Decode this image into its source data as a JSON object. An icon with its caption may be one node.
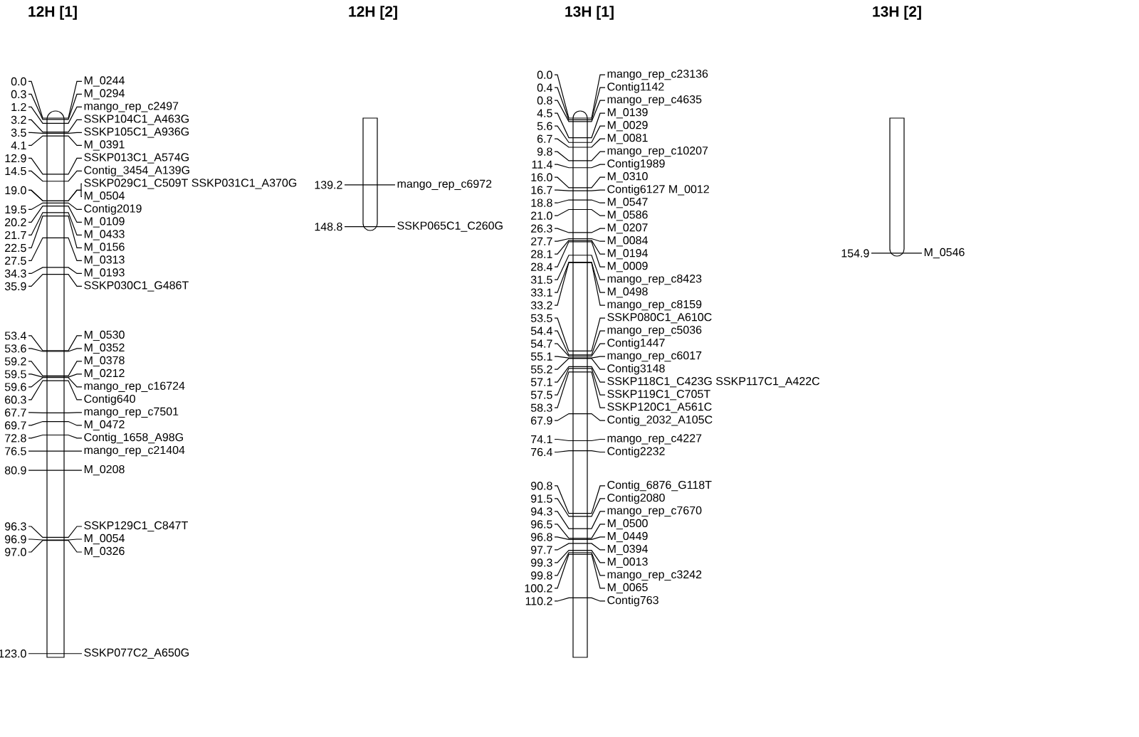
{
  "diagram": {
    "nodes": [
      {
        "text": [
          "12H [1]"
        ]
      },
      {
        "text": [
          "0.0"
        ]
      },
      {
        "text": [
          "M_0244"
        ]
      },
      {
        "text": [
          "0.3"
        ]
      },
      {
        "text": [
          "M_0294"
        ]
      },
      {
        "text": [
          "1.2"
        ]
      },
      {
        "text": [
          "mango_rep_c2497"
        ]
      },
      {
        "text": [
          "3.2"
        ]
      },
      {
        "text": [
          "SSKP104C1_A463G"
        ]
      },
      {
        "text": [
          "3.5"
        ]
      },
      {
        "text": [
          "SSKP105C1_A936G"
        ]
      },
      {
        "text": [
          "4.1"
        ]
      },
      {
        "text": [
          "M_0391"
        ]
      },
      {
        "text": [
          "12.9"
        ]
      },
      {
        "text": [
          "SSKP013C1_A574G"
        ]
      },
      {
        "text": [
          "14.5"
        ]
      },
      {
        "text": [
          "Contig_3454_A139G"
        ]
      },
      {
        "text": [
          "19.0"
        ]
      },
      {
        "text": [
          "SSKP029C1_C509T SSKP031C1_A370G"
        ]
      },
      {
        "text": [
          "M_0504"
        ]
      },
      {
        "text": [
          "19.5"
        ]
      },
      {
        "text": [
          "Contig2019"
        ]
      },
      {
        "text": [
          "20.2"
        ]
      },
      {
        "text": [
          "M_0109"
        ]
      },
      {
        "text": [
          "21.7"
        ]
      },
      {
        "text": [
          "M_0433"
        ]
      },
      {
        "text": [
          "22.5"
        ]
      },
      {
        "text": [
          "M_0156"
        ]
      },
      {
        "text": [
          "27.5"
        ]
      },
      {
        "text": [
          "M_0313"
        ]
      },
      {
        "text": [
          "34.3"
        ]
      },
      {
        "text": [
          "M_0193"
        ]
      },
      {
        "text": [
          "35.9"
        ]
      },
      {
        "text": [
          "SSKP030C1_G486T"
        ]
      },
      {
        "text": [
          "53.4"
        ]
      },
      {
        "text": [
          "M_0530"
        ]
      },
      {
        "text": [
          "53.6"
        ]
      },
      {
        "text": [
          "M_0352"
        ]
      },
      {
        "text": [
          "59.2"
        ]
      },
      {
        "text": [
          "M_0378"
        ]
      },
      {
        "text": [
          "59.5"
        ]
      },
      {
        "text": [
          "M_0212"
        ]
      },
      {
        "text": [
          "59.6"
        ]
      },
      {
        "text": [
          "mango_rep_c16724"
        ]
      },
      {
        "text": [
          "60.3"
        ]
      },
      {
        "text": [
          "Contig640"
        ]
      },
      {
        "text": [
          "67.7"
        ]
      },
      {
        "text": [
          "mango_rep_c7501"
        ]
      },
      {
        "text": [
          "69.7"
        ]
      },
      {
        "text": [
          "M_0472"
        ]
      },
      {
        "text": [
          "72.8"
        ]
      },
      {
        "text": [
          "Contig_1658_A98G"
        ]
      },
      {
        "text": [
          "76.5"
        ]
      },
      {
        "text": [
          "mango_rep_c21404"
        ]
      },
      {
        "text": [
          "80.9"
        ]
      },
      {
        "text": [
          "M_0208"
        ]
      },
      {
        "text": [
          "96.3"
        ]
      },
      {
        "text": [
          "SSKP129C1_C847T"
        ]
      },
      {
        "text": [
          "96.9"
        ]
      },
      {
        "text": [
          "M_0054"
        ]
      },
      {
        "text": [
          "97.0"
        ]
      },
      {
        "text": [
          "M_0326"
        ]
      },
      {
        "text": [
          "123.0"
        ]
      },
      {
        "text": [
          "SSKP077C2_A650G"
        ]
      },
      {
        "text": [
          "12H [2]"
        ]
      },
      {
        "text": [
          "139.2"
        ]
      },
      {
        "text": [
          "mango_rep_c6972"
        ]
      },
      {
        "text": [
          "148.8"
        ]
      },
      {
        "text": [
          "SSKP065C1_C260G"
        ]
      },
      {
        "text": [
          "13H [1]"
        ]
      },
      {
        "text": [
          "0.0"
        ]
      },
      {
        "text": [
          "mango_rep_c23136"
        ]
      },
      {
        "text": [
          "0.4"
        ]
      },
      {
        "text": [
          "Contig1142"
        ]
      },
      {
        "text": [
          "0.8"
        ]
      },
      {
        "text": [
          "mango_rep_c4635"
        ]
      },
      {
        "text": [
          "4.5"
        ]
      },
      {
        "text": [
          "M_0139"
        ]
      },
      {
        "text": [
          "5.6"
        ]
      },
      {
        "text": [
          "M_0029"
        ]
      },
      {
        "text": [
          "6.7"
        ]
      },
      {
        "text": [
          "M_0081"
        ]
      },
      {
        "text": [
          "9.8"
        ]
      },
      {
        "text": [
          "mango_rep_c10207"
        ]
      },
      {
        "text": [
          "11.4"
        ]
      },
      {
        "text": [
          "Contig1989"
        ]
      },
      {
        "text": [
          "16.0"
        ]
      },
      {
        "text": [
          "M_0310"
        ]
      },
      {
        "text": [
          "16.7"
        ]
      },
      {
        "text": [
          "Contig6127 M_0012"
        ]
      },
      {
        "text": [
          "18.8"
        ]
      },
      {
        "text": [
          "M_0547"
        ]
      },
      {
        "text": [
          "21.0"
        ]
      },
      {
        "text": [
          "M_0586"
        ]
      },
      {
        "text": [
          "26.3"
        ]
      },
      {
        "text": [
          "M_0207"
        ]
      },
      {
        "text": [
          "27.7"
        ]
      },
      {
        "text": [
          "M_0084"
        ]
      },
      {
        "text": [
          "28.1"
        ]
      },
      {
        "text": [
          "M_0194"
        ]
      },
      {
        "text": [
          "28.4"
        ]
      },
      {
        "text": [
          "M_0009"
        ]
      },
      {
        "text": [
          "31.5"
        ]
      },
      {
        "text": [
          "mango_rep_c8423"
        ]
      },
      {
        "text": [
          "33.1"
        ]
      },
      {
        "text": [
          "M_0498"
        ]
      },
      {
        "text": [
          "33.2"
        ]
      },
      {
        "text": [
          "mango_rep_c8159"
        ]
      },
      {
        "text": [
          "53.5"
        ]
      },
      {
        "text": [
          "SSKP080C1_A610C"
        ]
      },
      {
        "text": [
          "54.4"
        ]
      },
      {
        "text": [
          "mango_rep_c5036"
        ]
      },
      {
        "text": [
          "54.7"
        ]
      },
      {
        "text": [
          "Contig1447"
        ]
      },
      {
        "text": [
          "55.1"
        ]
      },
      {
        "text": [
          "mango_rep_c6017"
        ]
      },
      {
        "text": [
          "55.2"
        ]
      },
      {
        "text": [
          "Contig3148"
        ]
      },
      {
        "text": [
          "57.1"
        ]
      },
      {
        "text": [
          "SSKP118C1_C423G SSKP117C1_A422C"
        ]
      },
      {
        "text": [
          "57.5"
        ]
      },
      {
        "text": [
          "SSKP119C1_C705T"
        ]
      },
      {
        "text": [
          "58.3"
        ]
      },
      {
        "text": [
          "SSKP120C1_A561C"
        ]
      },
      {
        "text": [
          "67.9"
        ]
      },
      {
        "text": [
          "Contig_2032_A105C"
        ]
      },
      {
        "text": [
          "74.1"
        ]
      },
      {
        "text": [
          "mango_rep_c4227"
        ]
      },
      {
        "text": [
          "76.4"
        ]
      },
      {
        "text": [
          "Contig2232"
        ]
      },
      {
        "text": [
          "90.8"
        ]
      },
      {
        "text": [
          "Contig_6876_G118T"
        ]
      },
      {
        "text": [
          "91.5"
        ]
      },
      {
        "text": [
          "Contig2080"
        ]
      },
      {
        "text": [
          "94.3"
        ]
      },
      {
        "text": [
          "mango_rep_c7670"
        ]
      },
      {
        "text": [
          "96.5"
        ]
      },
      {
        "text": [
          "M_0500"
        ]
      },
      {
        "text": [
          "96.8"
        ]
      },
      {
        "text": [
          "M_0449"
        ]
      },
      {
        "text": [
          "97.7"
        ]
      },
      {
        "text": [
          "M_0394"
        ]
      },
      {
        "text": [
          "99.3"
        ]
      },
      {
        "text": [
          "M_0013"
        ]
      },
      {
        "text": [
          "99.8"
        ]
      },
      {
        "text": [
          "mango_rep_c3242"
        ]
      },
      {
        "text": [
          "100.2"
        ]
      },
      {
        "text": [
          "M_0065"
        ]
      },
      {
        "text": [
          "110.2"
        ]
      },
      {
        "text": [
          "Contig763"
        ]
      },
      {
        "text": [
          "13H [2]"
        ]
      },
      {
        "text": [
          "154.9"
        ]
      },
      {
        "text": [
          "M_0546"
        ]
      }
    ],
    "edges": [
      {
        "from": 1,
        "to": 2,
        "arrow": "none"
      },
      {
        "from": 3,
        "to": 4,
        "arrow": "none"
      },
      {
        "from": 5,
        "to": 6,
        "arrow": "none"
      },
      {
        "from": 7,
        "to": 8,
        "arrow": "none"
      },
      {
        "from": 9,
        "to": 10,
        "arrow": "none"
      },
      {
        "from": 11,
        "to": 12,
        "arrow": "none"
      },
      {
        "from": 13,
        "to": 14,
        "arrow": "none"
      },
      {
        "from": 15,
        "to": 16,
        "arrow": "none"
      },
      {
        "from": 17,
        "to": 18,
        "arrow": "none"
      },
      {
        "from": 17,
        "to": 19,
        "arrow": "none"
      },
      {
        "from": 20,
        "to": 21,
        "arrow": "none"
      },
      {
        "from": 22,
        "to": 23,
        "arrow": "none"
      },
      {
        "from": 24,
        "to": 25,
        "arrow": "none"
      },
      {
        "from": 26,
        "to": 27,
        "arrow": "none"
      },
      {
        "from": 28,
        "to": 29,
        "arrow": "none"
      },
      {
        "from": 30,
        "to": 31,
        "arrow": "none"
      },
      {
        "from": 32,
        "to": 33,
        "arrow": "none"
      },
      {
        "from": 34,
        "to": 35,
        "arrow": "none"
      },
      {
        "from": 36,
        "to": 37,
        "arrow": "none"
      },
      {
        "from": 38,
        "to": 39,
        "arrow": "none"
      },
      {
        "from": 40,
        "to": 41,
        "arrow": "none"
      },
      {
        "from": 42,
        "to": 43,
        "arrow": "none"
      },
      {
        "from": 44,
        "to": 45,
        "arrow": "none"
      },
      {
        "from": 46,
        "to": 47,
        "arrow": "none"
      },
      {
        "from": 48,
        "to": 49,
        "arrow": "none"
      },
      {
        "from": 50,
        "to": 51,
        "arrow": "none"
      },
      {
        "from": 52,
        "to": 53,
        "arrow": "none"
      },
      {
        "from": 54,
        "to": 55,
        "arrow": "none"
      },
      {
        "from": 56,
        "to": 57,
        "arrow": "none"
      },
      {
        "from": 58,
        "to": 59,
        "arrow": "none"
      },
      {
        "from": 60,
        "to": 61,
        "arrow": "none"
      },
      {
        "from": 62,
        "to": 63,
        "arrow": "none"
      },
      {
        "from": 65,
        "to": 66,
        "arrow": "none"
      },
      {
        "from": 67,
        "to": 68,
        "arrow": "none"
      },
      {
        "from": 70,
        "to": 71,
        "arrow": "none"
      },
      {
        "from": 72,
        "to": 73,
        "arrow": "none"
      },
      {
        "from": 74,
        "to": 75,
        "arrow": "none"
      },
      {
        "from": 76,
        "to": 77,
        "arrow": "none"
      },
      {
        "from": 78,
        "to": 79,
        "arrow": "none"
      },
      {
        "from": 80,
        "to": 81,
        "arrow": "none"
      },
      {
        "from": 82,
        "to": 83,
        "arrow": "none"
      },
      {
        "from": 84,
        "to": 85,
        "arrow": "none"
      },
      {
        "from": 86,
        "to": 87,
        "arrow": "none"
      },
      {
        "from": 88,
        "to": 89,
        "arrow": "none"
      },
      {
        "from": 90,
        "to": 91,
        "arrow": "none"
      },
      {
        "from": 92,
        "to": 93,
        "arrow": "none"
      },
      {
        "from": 94,
        "to": 95,
        "arrow": "none"
      },
      {
        "from": 96,
        "to": 97,
        "arrow": "none"
      },
      {
        "from": 98,
        "to": 99,
        "arrow": "none"
      },
      {
        "from": 100,
        "to": 101,
        "arrow": "none"
      },
      {
        "from": 102,
        "to": 103,
        "arrow": "none"
      },
      {
        "from": 104,
        "to": 105,
        "arrow": "none"
      },
      {
        "from": 106,
        "to": 107,
        "arrow": "none"
      },
      {
        "from": 108,
        "to": 109,
        "arrow": "none"
      },
      {
        "from": 110,
        "to": 111,
        "arrow": "none"
      },
      {
        "from": 112,
        "to": 113,
        "arrow": "none"
      },
      {
        "from": 114,
        "to": 115,
        "arrow": "none"
      },
      {
        "from": 116,
        "to": 117,
        "arrow": "none"
      },
      {
        "from": 118,
        "to": 119,
        "arrow": "none"
      },
      {
        "from": 120,
        "to": 121,
        "arrow": "none"
      },
      {
        "from": 122,
        "to": 123,
        "arrow": "none"
      },
      {
        "from": 124,
        "to": 125,
        "arrow": "none"
      },
      {
        "from": 126,
        "to": 127,
        "arrow": "none"
      },
      {
        "from": 128,
        "to": 129,
        "arrow": "none"
      },
      {
        "from": 130,
        "to": 131,
        "arrow": "none"
      },
      {
        "from": 132,
        "to": 133,
        "arrow": "none"
      },
      {
        "from": 134,
        "to": 135,
        "arrow": "none"
      },
      {
        "from": 136,
        "to": 137,
        "arrow": "none"
      },
      {
        "from": 138,
        "to": 139,
        "arrow": "none"
      },
      {
        "from": 140,
        "to": 141,
        "arrow": "none"
      },
      {
        "from": 142,
        "to": 143,
        "arrow": "none"
      },
      {
        "from": 144,
        "to": 145,
        "arrow": "none"
      },
      {
        "from": 146,
        "to": 147,
        "arrow": "none"
      },
      {
        "from": 148,
        "to": 149,
        "arrow": "none"
      },
      {
        "from": 151,
        "to": 152,
        "arrow": "none"
      }
    ]
  }
}
